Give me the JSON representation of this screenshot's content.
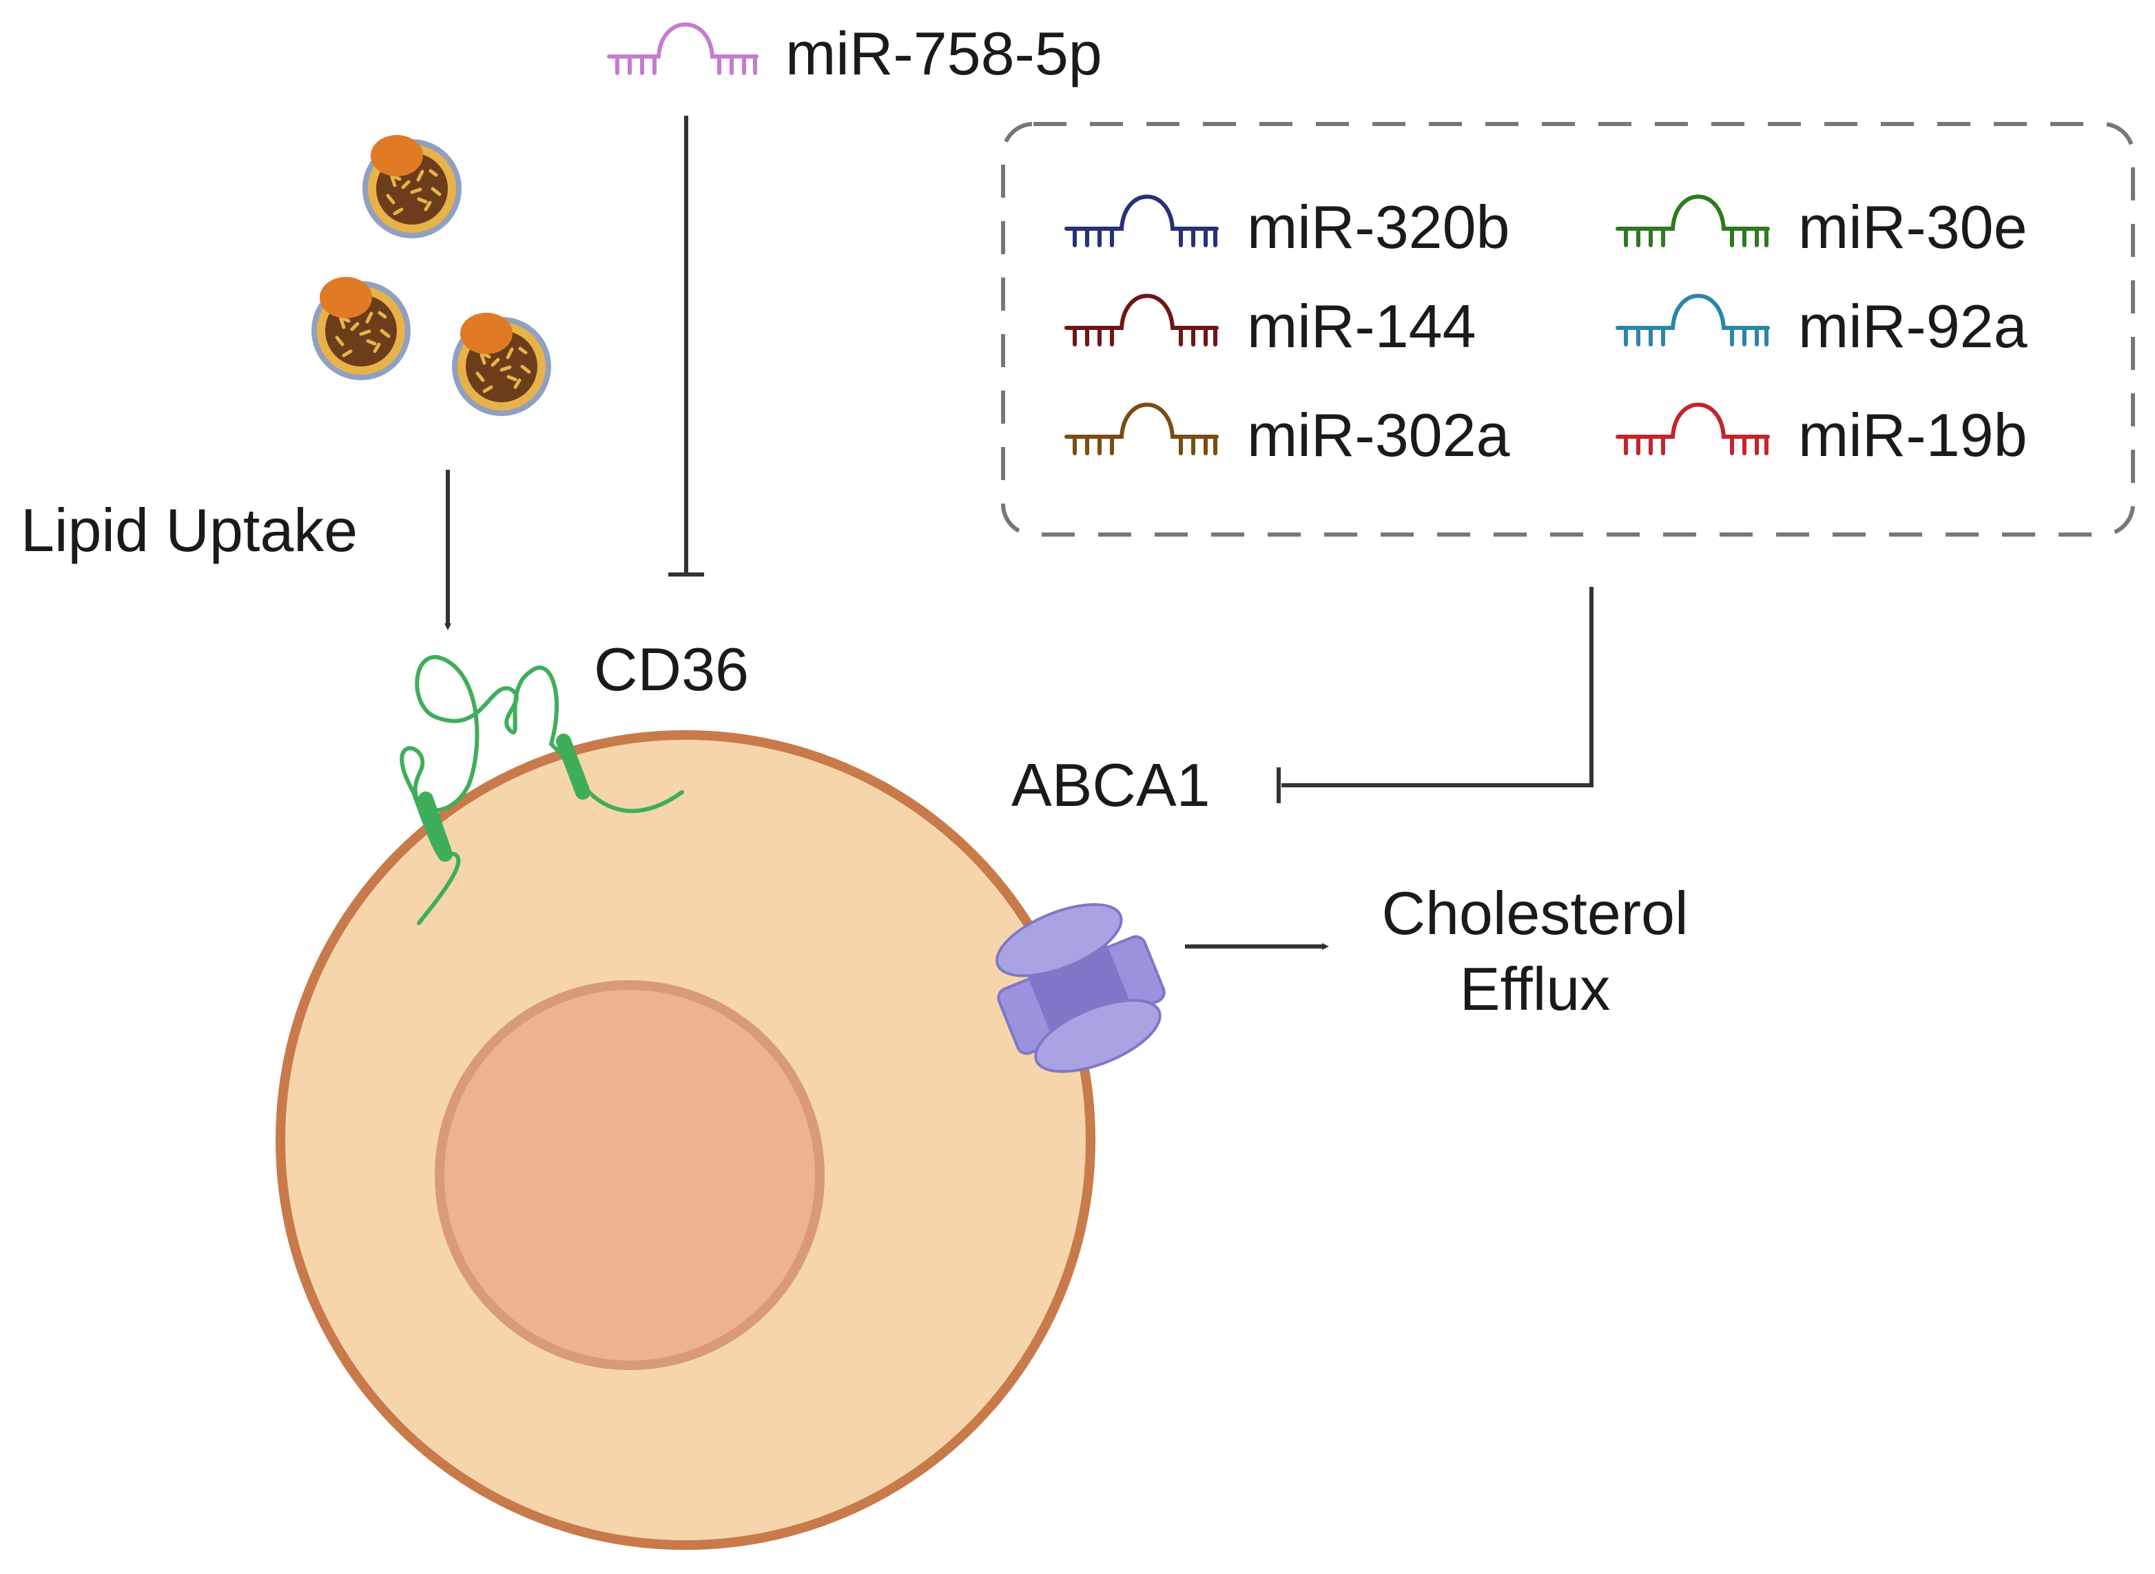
{
  "labels": {
    "top_mirna": "miR-758-5p",
    "lipid_uptake": "Lipid Uptake",
    "cd36": "CD36",
    "abca1": "ABCA1",
    "efflux_line1": "Cholesterol",
    "efflux_line2": "Efflux"
  },
  "mirna_group": [
    {
      "name": "miR-320b",
      "color": "#27307a"
    },
    {
      "name": "miR-30e",
      "color": "#2d7a1f"
    },
    {
      "name": "miR-144",
      "color": "#6e1518"
    },
    {
      "name": "miR-92a",
      "color": "#2b86a8"
    },
    {
      "name": "miR-302a",
      "color": "#7a4d12"
    },
    {
      "name": "miR-19b",
      "color": "#c4242c"
    }
  ],
  "colors": {
    "top_mirna": "#c77bd0",
    "cell_fill": "#f6d5ab",
    "cell_border": "#c97a4a",
    "nucleus_fill": "#efb28e",
    "nucleus_border": "#d89a7a",
    "cd36": "#3fae5a",
    "abca1": "#9a92dc",
    "lipoprotein_core": "#6b3d1b",
    "lipoprotein_cap": "#e07a25",
    "lipoprotein_ring": "#e8b24a",
    "arrow": "#333333",
    "dashed_box": "#777777"
  }
}
